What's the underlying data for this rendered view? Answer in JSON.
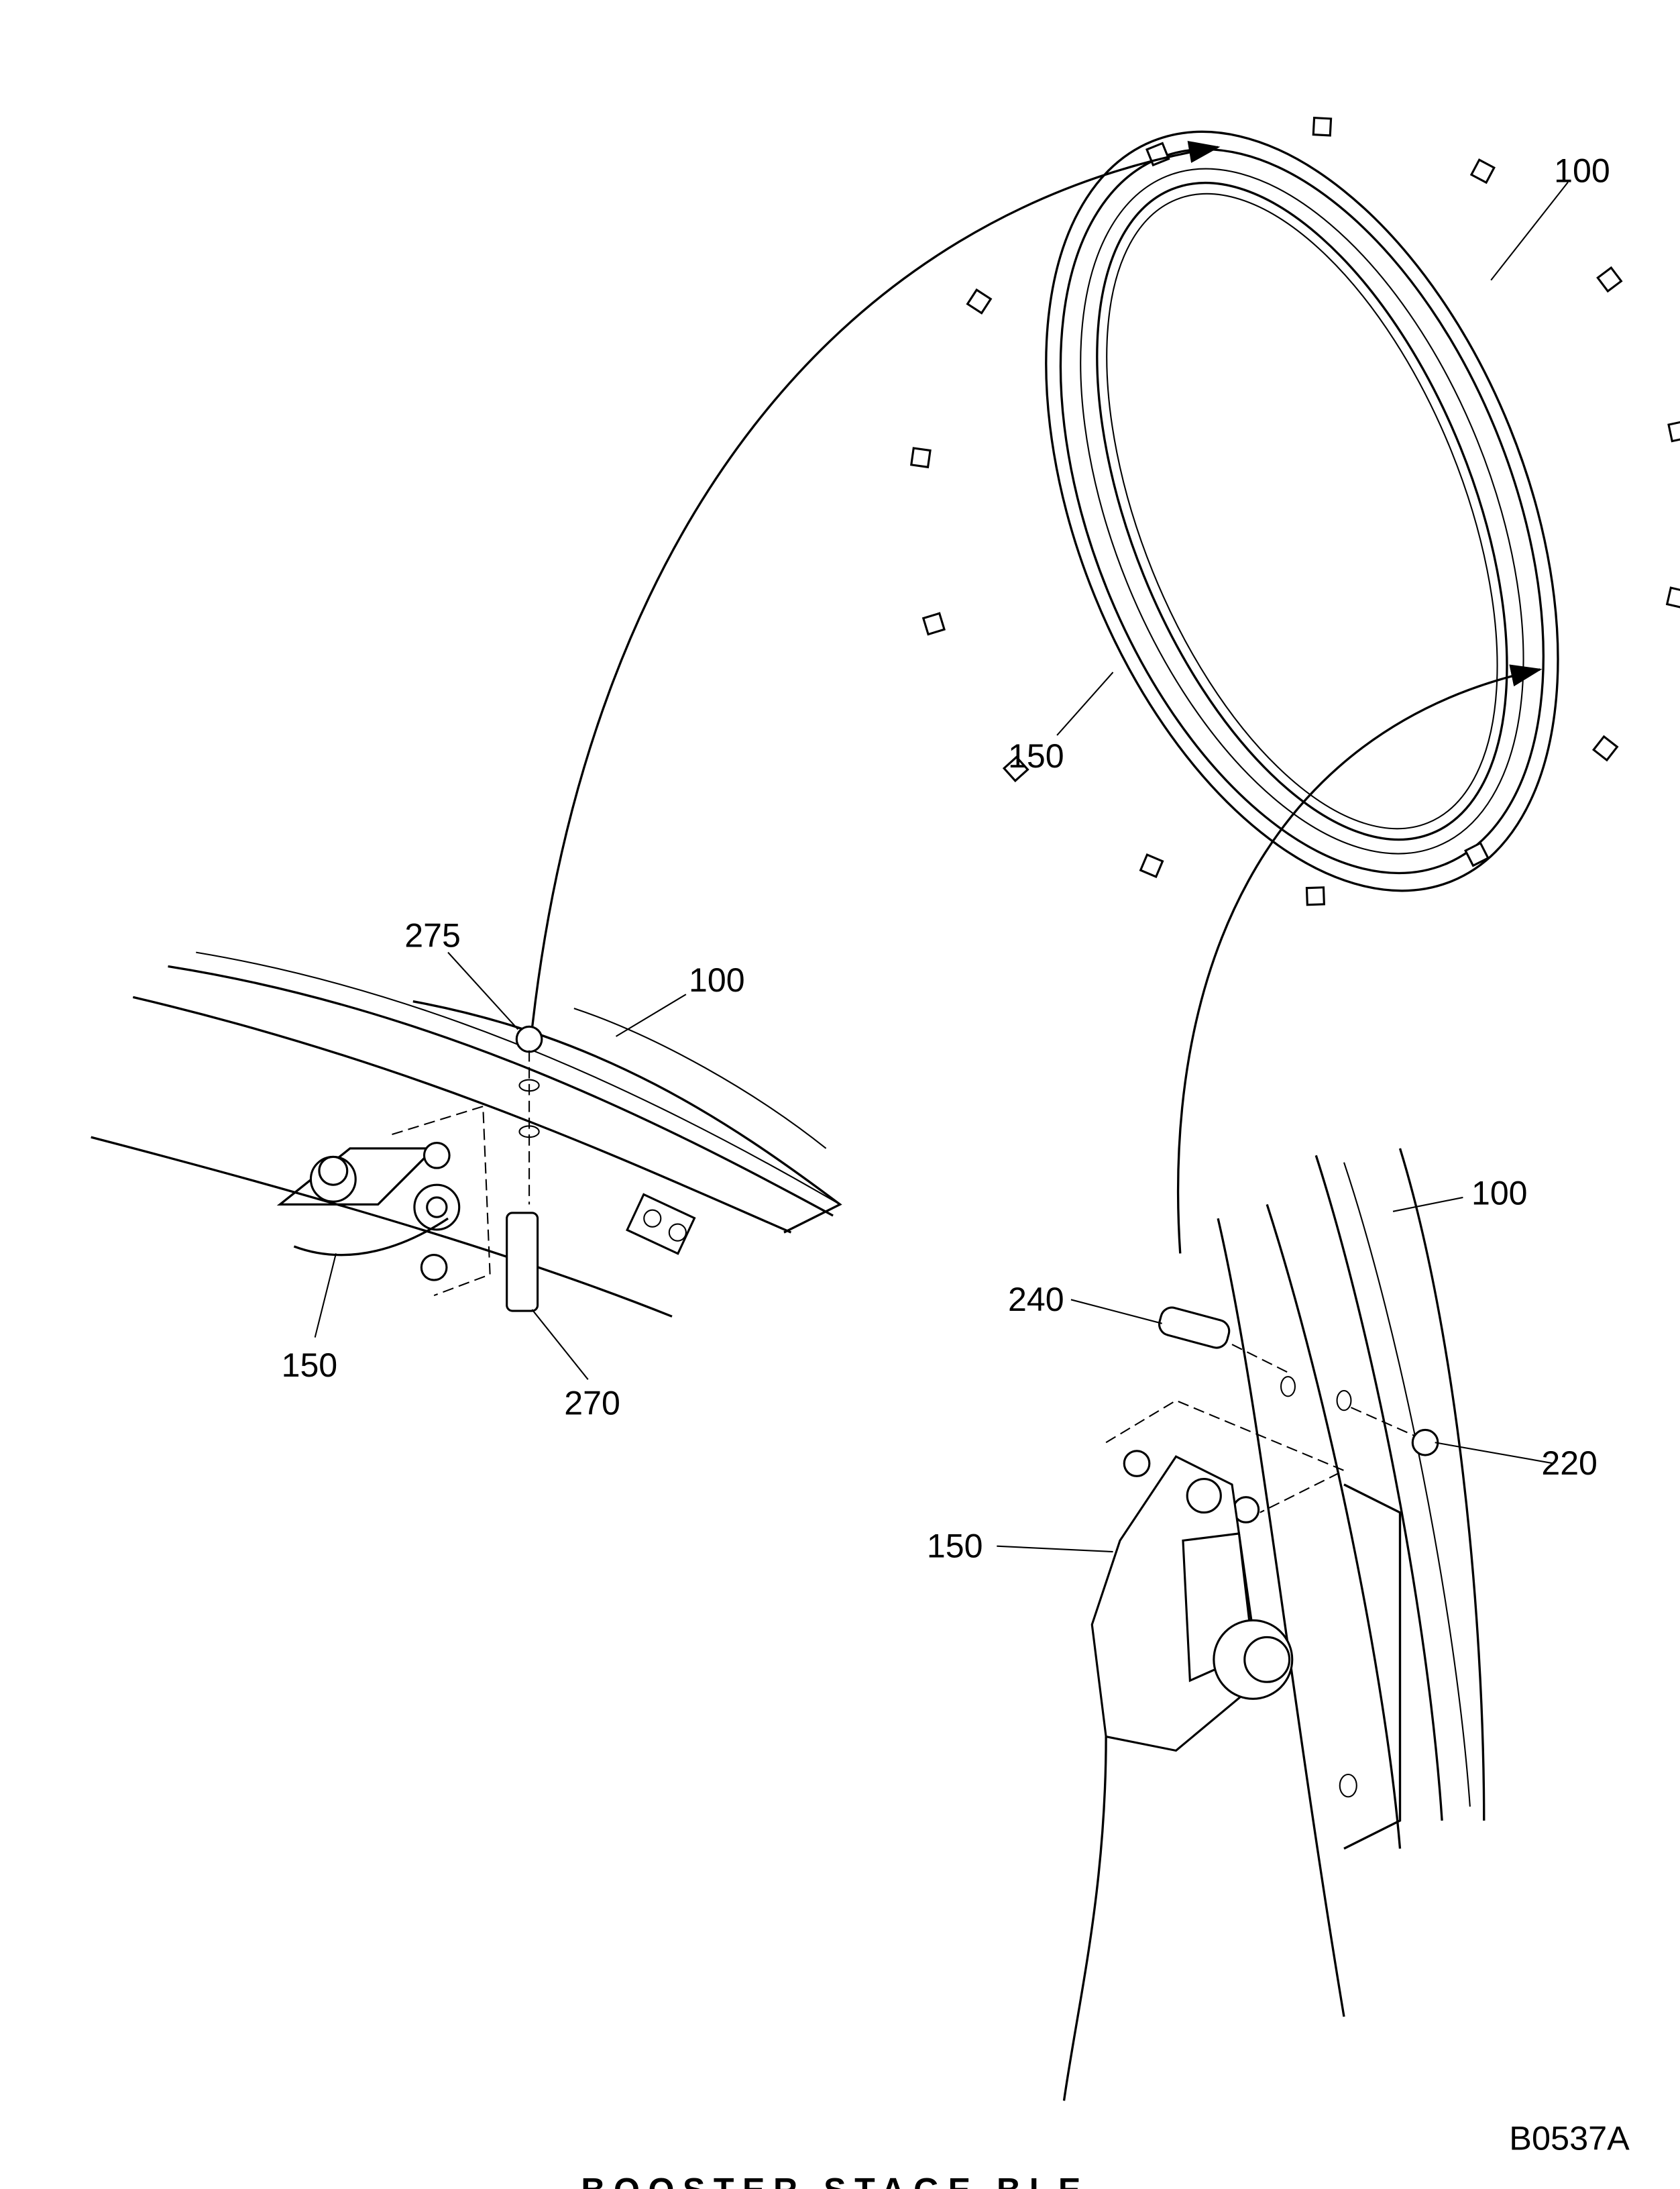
{
  "labels": {
    "ring_100": "100",
    "ring_150": "150",
    "left_275": "275",
    "left_100": "100",
    "left_150": "150",
    "left_270": "270",
    "right_100": "100",
    "right_240": "240",
    "right_220": "220",
    "right_150": "150"
  },
  "figure_id": "B0537A",
  "caption_partial": "BOOSTER STAGE BLE"
}
